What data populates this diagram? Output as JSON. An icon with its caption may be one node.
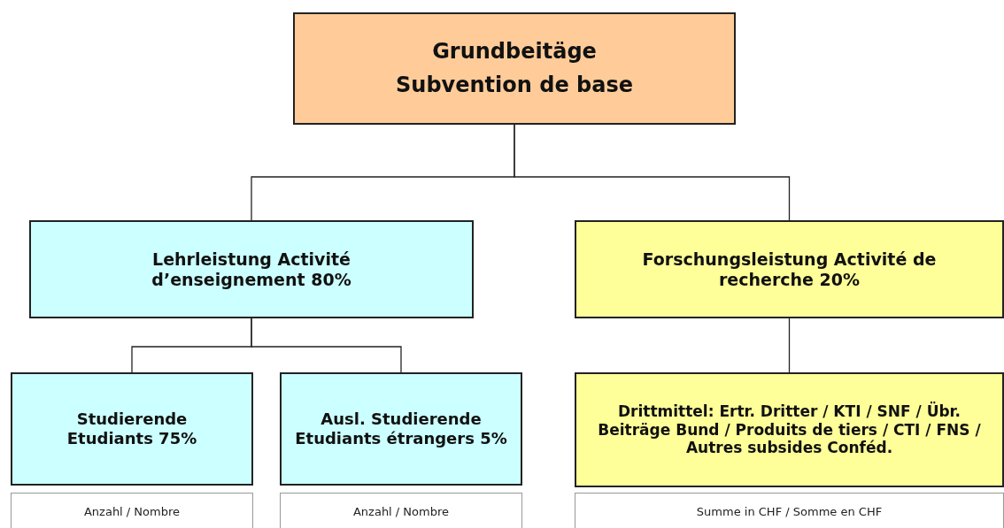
{
  "diagram": {
    "nodes": [
      {
        "text": [
          "Grundbeitäge Subvention de base"
        ]
      },
      {
        "text": [
          "Lehrleistung Activité d’enseignement 80%"
        ]
      },
      {
        "text": [
          "Forschungsleistung Activité de recherche 20%"
        ]
      },
      {
        "text": [
          "Studierende Etudiants 75%"
        ]
      },
      {
        "text": [
          "Ausl. Studierende Etudiants étrangers 5%"
        ]
      },
      {
        "text": [
          "Drittmittel: Ertr. Dritter / KTI / SNF / Übr. Beiträge Bund / Produits de tiers / CTI / FNS / Autres subsides Conféd."
        ]
      },
      {
        "text": [
          "Anzahl / Nombre"
        ]
      },
      {
        "text": [
          "Anzahl / Nombre"
        ]
      },
      {
        "text": [
          "Summe in CHF / Somme en CHF"
        ]
      }
    ],
    "edges": [
      {
        "from": 0,
        "to": 1,
        "arrow": "none"
      },
      {
        "from": 0,
        "to": 2,
        "arrow": "none"
      },
      {
        "from": 1,
        "to": 3,
        "arrow": "none"
      },
      {
        "from": 1,
        "to": 4,
        "arrow": "none"
      },
      {
        "from": 2,
        "to": 5,
        "arrow": "none"
      }
    ]
  }
}
